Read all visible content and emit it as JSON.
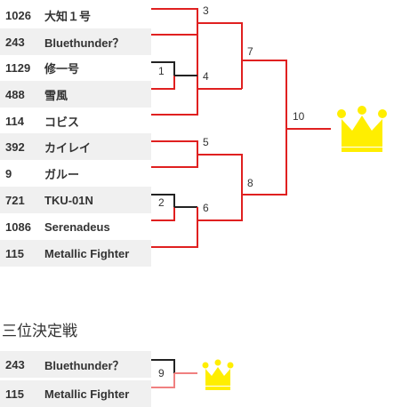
{
  "entrants": [
    {
      "id": "1026",
      "name": "大知１号"
    },
    {
      "id": "243",
      "name": "Bluethunder？"
    },
    {
      "id": "1129",
      "name": "修一号"
    },
    {
      "id": "488",
      "name": "雪風"
    },
    {
      "id": "114",
      "name": "コビス"
    },
    {
      "id": "392",
      "name": "カイレイ"
    },
    {
      "id": "9",
      "name": "ガルー"
    },
    {
      "id": "721",
      "name": "TKU-01N"
    },
    {
      "id": "1086",
      "name": "Serenadeus"
    },
    {
      "id": "115",
      "name": "Metallic Fighter"
    }
  ],
  "matches": {
    "m1": "1",
    "m2": "2",
    "m3": "3",
    "m4": "4",
    "m5": "5",
    "m6": "6",
    "m7": "7",
    "m8": "8",
    "m9": "9",
    "m10": "10"
  },
  "third_place": {
    "title": "三位決定戦",
    "entrants": [
      {
        "id": "243",
        "name": "Bluethunder？"
      },
      {
        "id": "115",
        "name": "Metallic Fighter"
      }
    ]
  },
  "colors": {
    "winner_line": "#e02020",
    "loser_line": "#222222",
    "third_line": "#f08080",
    "crown": "#ffee00"
  },
  "icons": {
    "champion": "crown-icon",
    "third_winner": "crown-icon"
  }
}
